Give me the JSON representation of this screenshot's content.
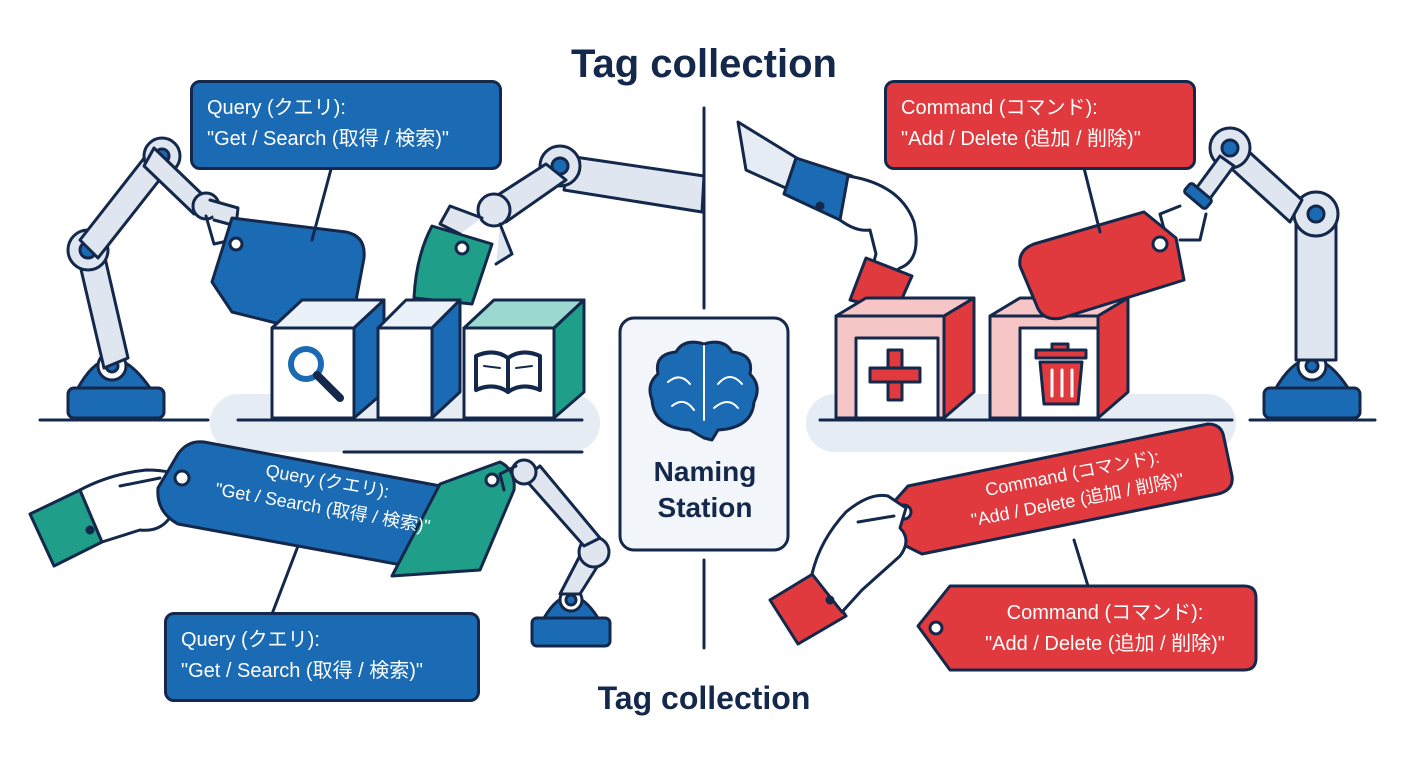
{
  "titles": {
    "top": "Tag collection",
    "bottom": "Tag collection"
  },
  "station": {
    "line1": "Naming",
    "line2": "Station"
  },
  "query_labels": [
    {
      "line1": "Query (クエリ):",
      "line2": "\"Get / Search (取得 / 検索)\""
    },
    {
      "line1": "Query (クエリ):",
      "line2": "\"Get / Search (取得 / 検索)\""
    },
    {
      "line1": "Query (クエリ):",
      "line2": "\"Get / Search (取得 / 検索)\""
    }
  ],
  "command_labels": [
    {
      "line1": "Command (コマンド):",
      "line2": "\"Add / Delete (追加 / 削除)\""
    },
    {
      "line1": "Command (コマンド):",
      "line2": "\"Add / Delete (追加 / 削除)\""
    },
    {
      "line1": "Command (コマンド):",
      "line2": "\"Add / Delete (追加 / 削除)\""
    }
  ],
  "icons": [
    "search-icon",
    "book-icon",
    "brain-icon",
    "plus-icon",
    "trash-icon"
  ],
  "colors": {
    "query": "#1b6bb4",
    "command": "#e0393e",
    "accent_teal": "#1f9e89",
    "outline": "#14284b",
    "arm": "#dfe6f0"
  }
}
